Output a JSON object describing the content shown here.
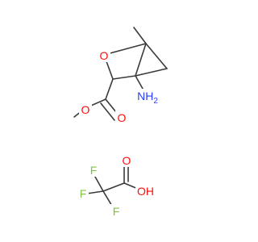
{
  "molecule": {
    "ring_oxygen": "O",
    "amine": "NH",
    "amine_h": "2",
    "ester_carbonyl_oxygen": "O",
    "ester_ether_oxygen": "O"
  },
  "counterion": {
    "fluorine_1": "F",
    "fluorine_2": "F",
    "fluorine_3": "F",
    "carbonyl_oxygen": "O",
    "hydroxyl": "OH"
  },
  "colors": {
    "bond": "#3a3a3a",
    "oxygen": "#ff0d0d",
    "nitrogen": "#2a3cff",
    "fluorine": "#7ec641",
    "background": "#ffffff"
  }
}
